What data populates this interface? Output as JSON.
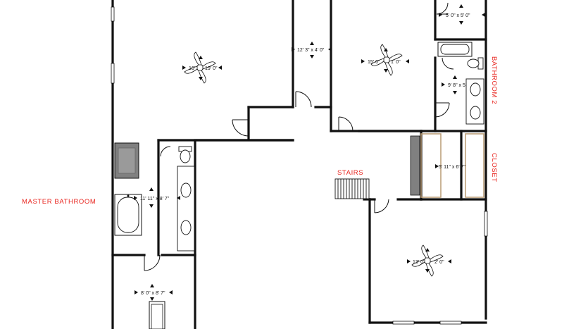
{
  "colors": {
    "wall": "#111111",
    "label_red": "#e8251f",
    "fixture_gray": "#808080",
    "closet_shelf": "#b89a72",
    "fixture_fill": "#ffffff"
  },
  "labels": {
    "master_bathroom": "MASTER BATHROOM",
    "bathroom_2": "BATHROOM 2",
    "closet": "CLOSET",
    "stairs": "STAIRS"
  },
  "dimensions": {
    "top_left_room": "16' 19' 0\"",
    "top_left_room_a": "16'",
    "top_left_room_b": "19' 0\"",
    "hall_closet": "12' 3\" x 4' 0\"",
    "top_right_room_a": "15' 0\"",
    "top_right_room_b": "1' 0\"",
    "small_closet": "5' 0\" x 5' 0\"",
    "bathroom_2": "9' 8\" x 5",
    "closet": "5' 11\" x 6' 7\"",
    "master_bath": "11' 11\" x 8' 7\"",
    "bottom_left_room": "8' 0\" x 8' 7\"",
    "bottom_right_room_a": "13' 0\"",
    "bottom_right_room_b": "2' 0\""
  },
  "icons": [
    "ceiling-fan-icon",
    "toilet-icon",
    "sink-icon",
    "bathtub-icon",
    "door-swing-icon",
    "window-icon"
  ]
}
